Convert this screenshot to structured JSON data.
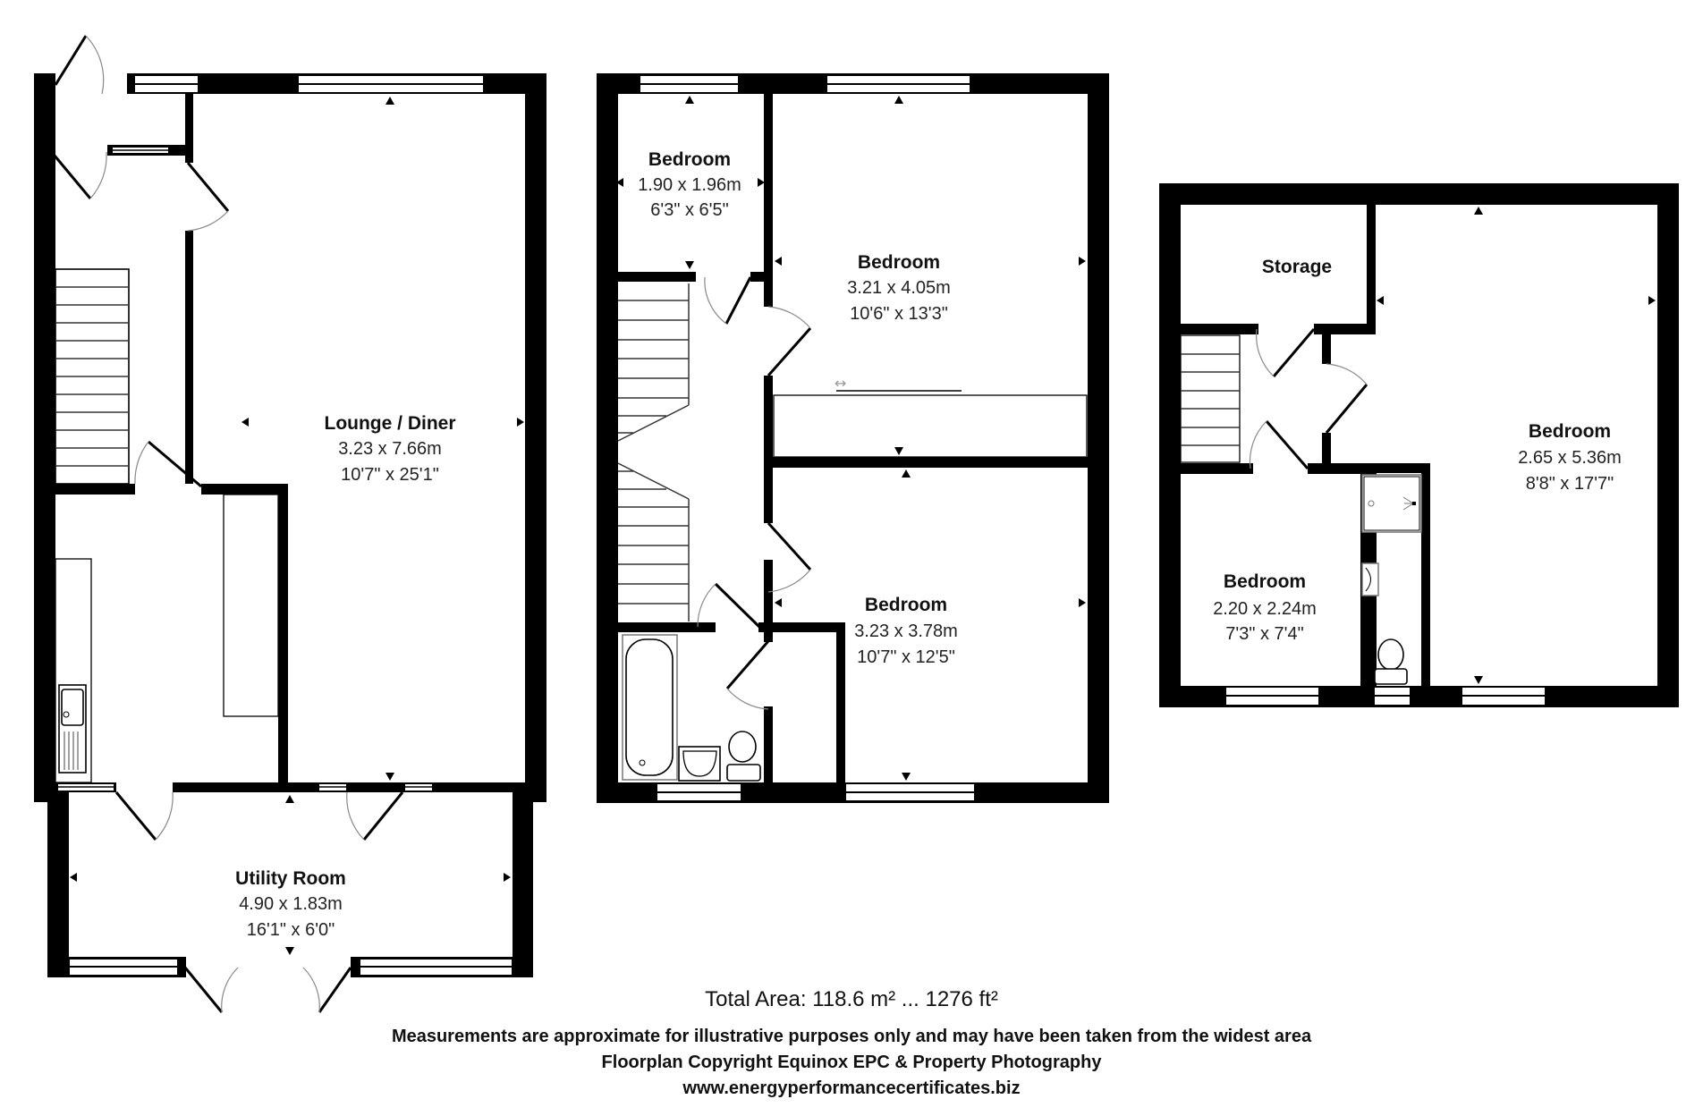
{
  "floorplan": {
    "rooms": [
      {
        "id": "lounge-diner",
        "name": "Lounge / Diner",
        "metric": "3.23 x 7.66m",
        "imperial": "10'7\" x 25'1\""
      },
      {
        "id": "utility-room",
        "name": "Utility Room",
        "metric": "4.90 x 1.83m",
        "imperial": "16'1\" x 6'0\""
      },
      {
        "id": "bedroom-small",
        "name": "Bedroom",
        "metric": "1.90 x 1.96m",
        "imperial": "6'3\" x 6'5\""
      },
      {
        "id": "bedroom-front",
        "name": "Bedroom",
        "metric": "3.21 x 4.05m",
        "imperial": "10'6\" x 13'3\""
      },
      {
        "id": "bedroom-rear",
        "name": "Bedroom",
        "metric": "3.23 x 3.78m",
        "imperial": "10'7\" x 12'5\""
      },
      {
        "id": "storage",
        "name": "Storage",
        "metric": "",
        "imperial": ""
      },
      {
        "id": "bedroom-loft-large",
        "name": "Bedroom",
        "metric": "2.65 x 5.36m",
        "imperial": "8'8\" x 17'7\""
      },
      {
        "id": "bedroom-loft-small",
        "name": "Bedroom",
        "metric": "2.20 x 2.24m",
        "imperial": "7'3\" x 7'4\""
      }
    ]
  },
  "footer": {
    "total_area": "Total Area: 118.6 m² ... 1276 ft²",
    "disclaimer": "Measurements are approximate for illustrative purposes only and may have been taken from the widest area",
    "copyright": "Floorplan Copyright Equinox EPC & Property Photography",
    "website": "www.energyperformancecertificates.biz"
  }
}
